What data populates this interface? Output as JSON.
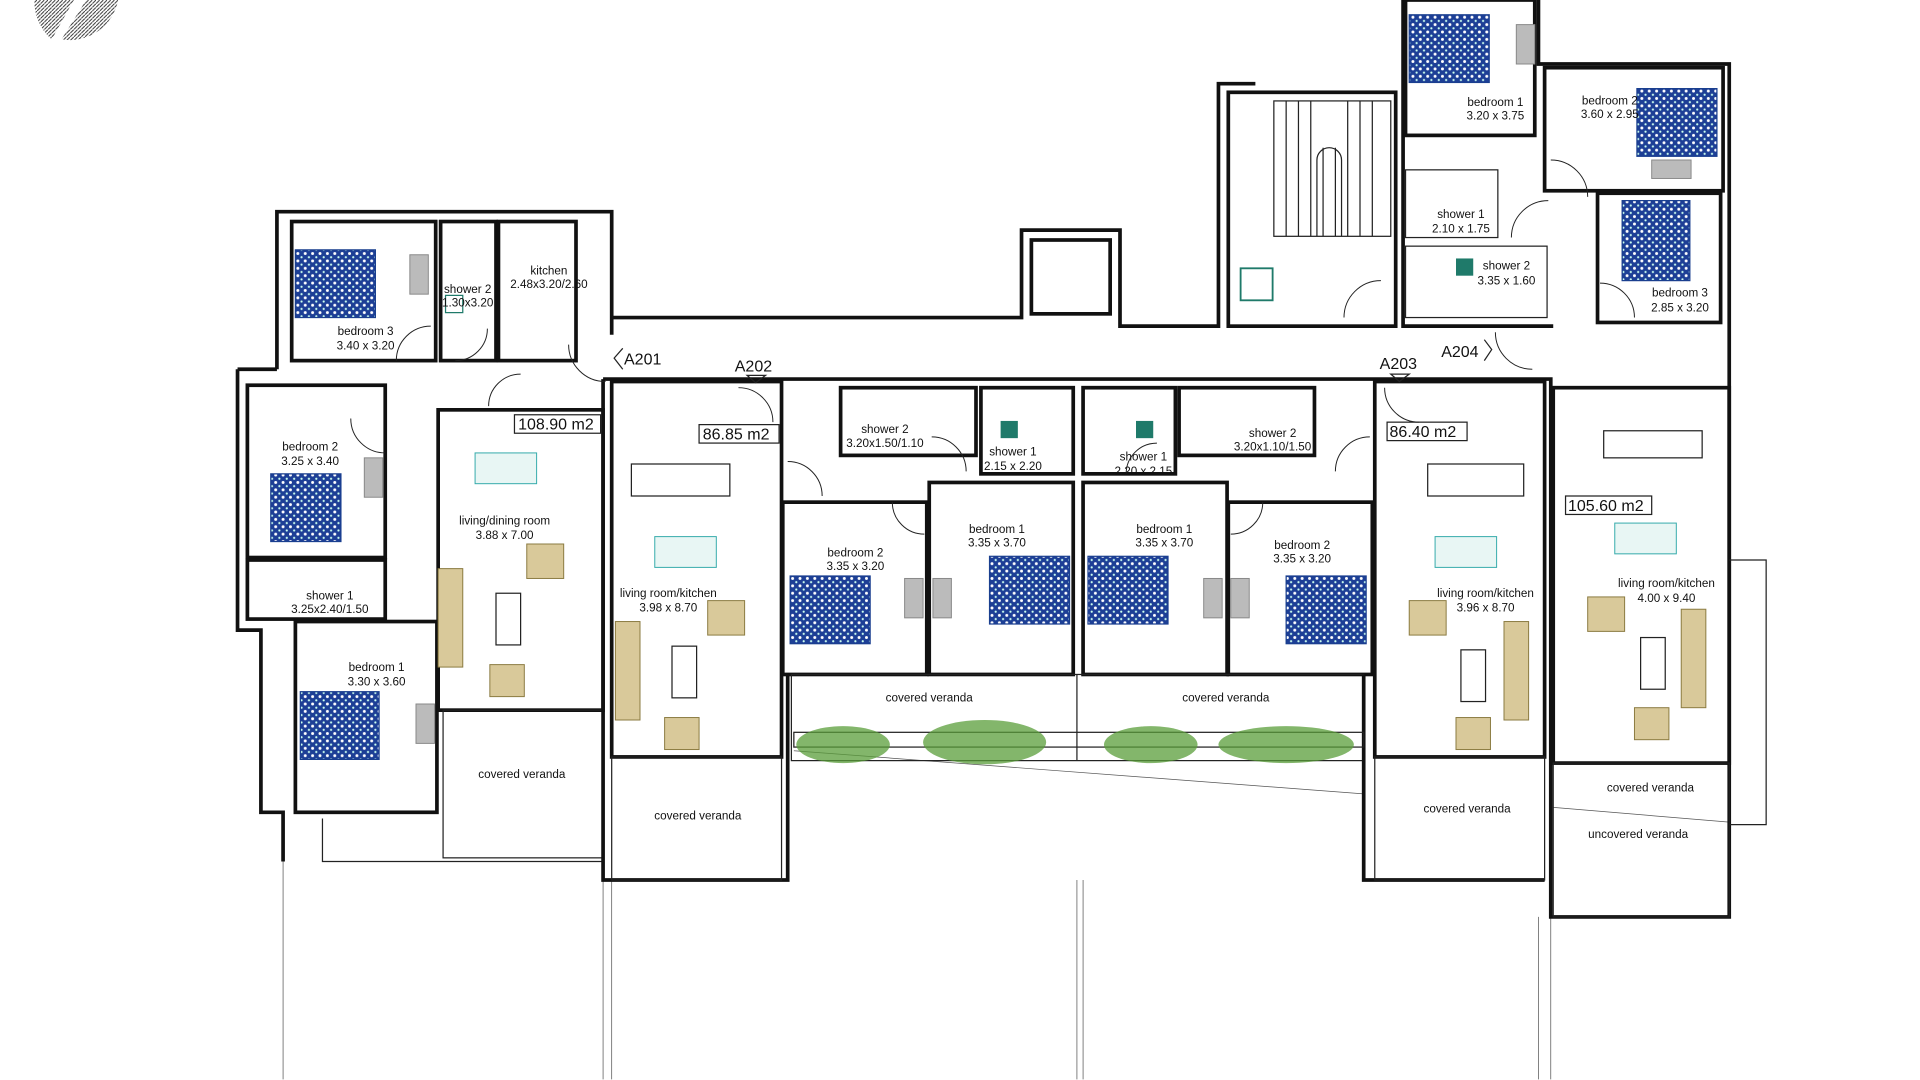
{
  "plan": {
    "units": [
      "A201",
      "A202",
      "A203",
      "A204"
    ],
    "areas": [
      "108.90 m2",
      "86.85 m2",
      "86.40 m2",
      "105.60 m2"
    ],
    "rooms": {
      "a201_bedroom3": {
        "name": "bedroom 3",
        "dims": "3.40 x 3.20"
      },
      "a201_shower2": {
        "name": "shower 2",
        "dims": "1.30x3.20"
      },
      "a201_kitchen": {
        "name": "kitchen",
        "dims": "2.48x3.20/2.60"
      },
      "a201_bedroom2": {
        "name": "bedroom 2",
        "dims": "3.25 x 3.40"
      },
      "a201_shower1": {
        "name": "shower 1",
        "dims": "3.25x2.40/1.50"
      },
      "a201_bedroom1": {
        "name": "bedroom 1",
        "dims": "3.30 x 3.60"
      },
      "a201_living": {
        "name": "living/dining room",
        "dims": "3.88 x 7.00"
      },
      "a201_veranda": {
        "name": "covered veranda"
      },
      "a202_living": {
        "name": "living room/kitchen",
        "dims": "3.98 x 8.70"
      },
      "a202_shower2": {
        "name": "shower 2",
        "dims": "3.20x1.50/1.10"
      },
      "a202_shower1": {
        "name": "shower 1",
        "dims": "2.15 x 2.20"
      },
      "a202_bedroom2": {
        "name": "bedroom 2",
        "dims": "3.35 x 3.20"
      },
      "a202_bedroom1": {
        "name": "bedroom 1",
        "dims": "3.35 x 3.70"
      },
      "a202_veranda": {
        "name": "covered veranda"
      },
      "a202_veranda2": {
        "name": "covered veranda"
      },
      "a203_shower1": {
        "name": "shower 1",
        "dims": "2.20 x 2.15"
      },
      "a203_shower2": {
        "name": "shower 2",
        "dims": "3.20x1.10/1.50"
      },
      "a203_bedroom1": {
        "name": "bedroom 1",
        "dims": "3.35 x 3.70"
      },
      "a203_bedroom2": {
        "name": "bedroom 2",
        "dims": "3.35 x 3.20"
      },
      "a203_living": {
        "name": "living room/kitchen",
        "dims": "3.96 x 8.70"
      },
      "a203_veranda": {
        "name": "covered veranda"
      },
      "a203_veranda2": {
        "name": "covered veranda"
      },
      "a204_bedroom1": {
        "name": "bedroom 1",
        "dims": "3.20 x 3.75"
      },
      "a204_bedroom2": {
        "name": "bedroom 2",
        "dims": "3.60 x 2.95"
      },
      "a204_shower1": {
        "name": "shower 1",
        "dims": "2.10 x 1.75"
      },
      "a204_shower2": {
        "name": "shower 2",
        "dims": "3.35 x 1.60"
      },
      "a204_bedroom3": {
        "name": "bedroom 3",
        "dims": "2.85 x 3.20"
      },
      "a204_living": {
        "name": "living room/kitchen",
        "dims": "4.00 x 9.40"
      },
      "a204_veranda": {
        "name": "covered veranda"
      },
      "a204_uncovered": {
        "name": "uncovered veranda"
      }
    },
    "colors": {
      "bed": "#1a3f8f",
      "sofa": "#d9c99a",
      "plant": "#5a9e3a",
      "accessible": "#1f7a6a"
    }
  }
}
